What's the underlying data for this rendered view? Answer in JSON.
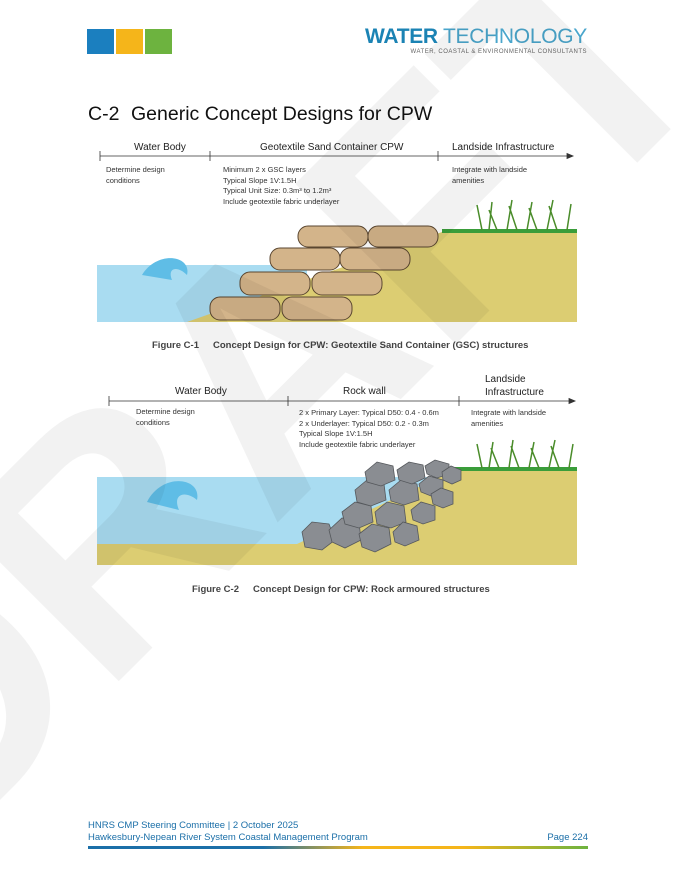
{
  "header": {
    "brand_bold": "WATER",
    "brand_light": " TECHNOLOGY",
    "brand_tagline": "WATER, COASTAL & ENVIRONMENTAL CONSULTANTS"
  },
  "section": {
    "number": "C-2",
    "title": "Generic Concept Designs for CPW"
  },
  "figure1": {
    "zones": [
      "Water Body",
      "Geotextile Sand Container CPW",
      "Landside Infrastructure"
    ],
    "notes": {
      "water": [
        "Determine design",
        "conditions"
      ],
      "cpw": [
        "Minimum 2 x GSC layers",
        "Typical Slope 1V:1.5H",
        "Typical Unit Size: 0.3m³ to 1.2m³",
        "Include geotextile fabric underlayer"
      ],
      "land": [
        "Integrate with landside",
        "amenities"
      ]
    },
    "caption_number": "Figure C-1",
    "caption_text": "Concept Design for CPW: Geotextile Sand Container (GSC) structures"
  },
  "figure2": {
    "zones": [
      "Water Body",
      "Rock wall",
      "Landside",
      "Infrastructure"
    ],
    "notes": {
      "water": [
        "Determine design",
        "conditions"
      ],
      "rock": [
        "2 x Primary Layer:  Typical D50: 0.4 - 0.6m",
        "2 x Underlayer:  Typical D50: 0.2 - 0.3m",
        "Typical Slope 1V:1.5H",
        "Include geotextile fabric underlayer"
      ],
      "land": [
        "Integrate with landside",
        "amenities"
      ]
    },
    "caption_number": "Figure C-2",
    "caption_text": "Concept Design for CPW: Rock armoured structures"
  },
  "watermark": "DRAFT",
  "footer": {
    "line1": "HNRS CMP Steering Committee | 2 October 2025",
    "line2": "Hawkesbury-Nepean River System Coastal Management Program",
    "page": "Page 224"
  },
  "colors": {
    "blue": "#1b83b4",
    "yellow": "#f5b51a",
    "green": "#6db33f",
    "water": "#a9dcf1",
    "sand": "#dccd72",
    "bag": "#d3b48a",
    "rock": "#8a8d92"
  }
}
